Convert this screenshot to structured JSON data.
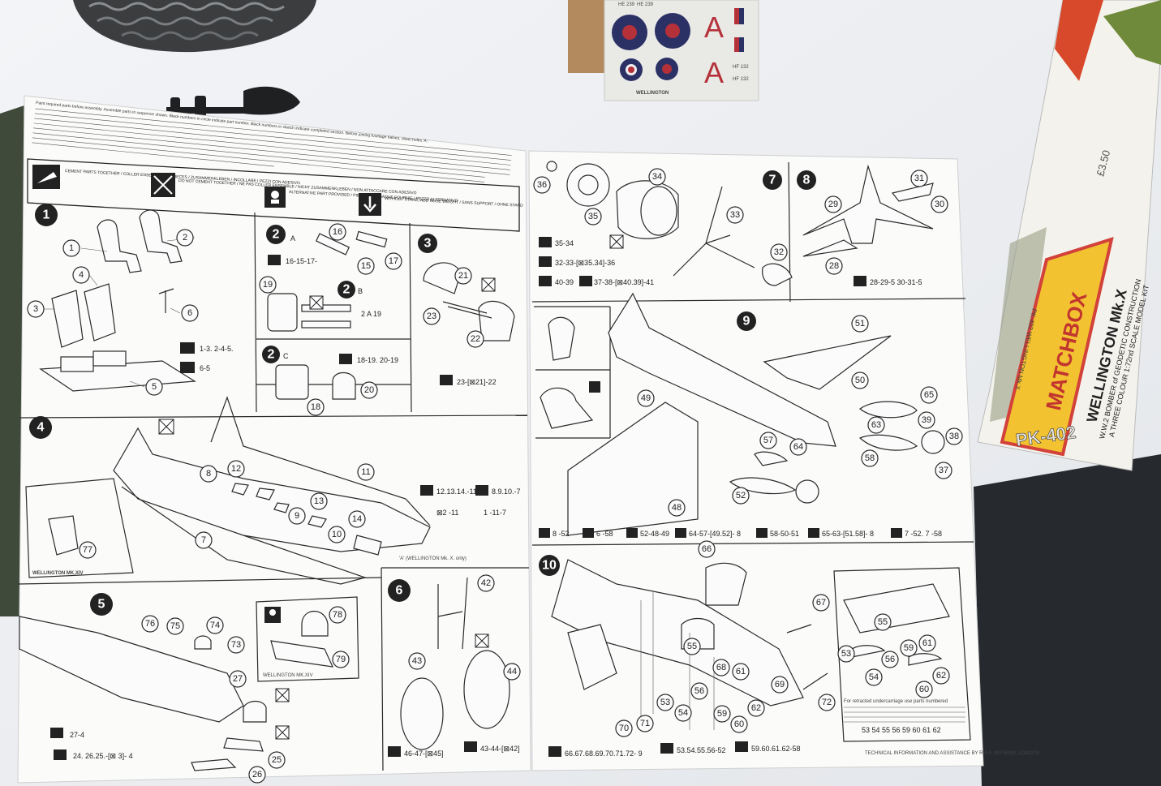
{
  "photo": {
    "sheet_header": "Paint required parts before assembly. Assemble parts in sequence shown. Black numbers in circle indicate part number. Black numbers in sketch indicate completed section. Before joining fuselage halves, clean holes 'A'.",
    "legend": {
      "cement": "CEMENT PARTS TOGETHER / COLLER ENSEMBLE LES PIECES / ZUSAMMENKLEBEN / INCOLLARE I PEZZI CON ADESIVO",
      "no_cement": "DO NOT CEMENT TOGETHER / NE PAS COLLER ENSEMBLE / NICHT ZUSAMMENKLEBEN / NON ATTACCARE CON ADESIVO",
      "alternative": "ALTERNATIVE PART PROVIDED / PIECE ALTERNATIVE FOURNIE / PEZZO ALTERNATIVO",
      "stand": "WITHOUT STAND, ADD NOSE WEIGHT / SANS SUPPORT / OHNE STAND"
    },
    "decal_sheet": {
      "codes": [
        "HE 239",
        "HE 239",
        "HF 132",
        "HF 132"
      ],
      "letters": [
        "A",
        "A"
      ],
      "label": "WELLINGTON"
    },
    "box": {
      "brand": "MATCHBOX",
      "title": "WELLINGTON Mk.X",
      "subtitle": "W.W.2 BOMBER of GEODETIC CONSTRUCTION",
      "scale": "A THREE COLOUR 1:72nd SCALE MODEL KIT",
      "code": "PK-402",
      "price_tag": "£3.50",
      "spine": "PK-402 WELLINGTON Mk.X"
    },
    "left_page": {
      "step1_parts": [
        "1",
        "2",
        "3",
        "4",
        "5",
        "6"
      ],
      "step1_seq": [
        "1-3. 2-4-5.",
        "6-5"
      ],
      "step2a_label": "A",
      "step2a_parts": [
        "16",
        "17",
        "15"
      ],
      "step2a_seq": "16-15-17-",
      "step2b_label": "B",
      "step2b_parts": [
        "19"
      ],
      "step2b_seq": "2 A 19",
      "step2c_label": "C",
      "step2c_parts": [
        "18",
        "20"
      ],
      "step2c_seq": "18-19. 20-19",
      "step3_parts": [
        "21",
        "23",
        "22"
      ],
      "step3_seq": "23-[⊠21]-22",
      "step4_parts": [
        "8",
        "12",
        "11",
        "13",
        "9",
        "10",
        "14",
        "7",
        "77"
      ],
      "step4_seq": [
        "12.13.14.-11",
        "8.9.10.-7",
        "⊠2 -11",
        "1 -11-7"
      ],
      "mk14_label": "WELLINGTON MK.XIV",
      "mkx_label": "'A' (WELLINGTON Mk. X. only)",
      "step5_parts": [
        "76",
        "75",
        "74",
        "73",
        "27",
        "25",
        "26"
      ],
      "step5_seq": [
        "27-4",
        "24. 26.25.-[⊠ 3]- 4"
      ],
      "step5_inset_parts": [
        "78",
        "79"
      ],
      "step5_inset_label": "WELLINGTON MK.XIV",
      "step6_parts": [
        "42",
        "43",
        "44"
      ],
      "step6_seq": [
        "46-47-[⊠45]",
        "43-44-[⊠42]"
      ]
    },
    "right_page": {
      "step7_parts": [
        "36",
        "34",
        "35",
        "33",
        "32"
      ],
      "step7_seq": [
        "35-34",
        "32-33-[⊠35.34]-36",
        "40-39",
        "37-38-[⊠40.39]-41"
      ],
      "step8_parts": [
        "31",
        "29",
        "30",
        "28"
      ],
      "step8_seq": "28-29-5 30-31-5",
      "step9_parts": [
        "51",
        "50",
        "65",
        "49",
        "39",
        "38",
        "63",
        "64",
        "57",
        "58",
        "37",
        "52",
        "48"
      ],
      "step9_seq": [
        "8 -52",
        "6 -58",
        "52-48-49",
        "64-57-[49.52]- 8",
        "58-50-51",
        "65-63-[51.58]- 8",
        "7 -52. 7 -58"
      ],
      "step10_parts": [
        "66",
        "67",
        "55",
        "68",
        "61",
        "69",
        "56",
        "72",
        "53",
        "54",
        "59",
        "60",
        "62",
        "70",
        "71"
      ],
      "step10_inset_parts": [
        "55",
        "53",
        "59",
        "61",
        "56",
        "54",
        "62",
        "60"
      ],
      "step10_inset_note": "For retracted undercarriage use parts numbered",
      "step10_inset_seq": "53 54 55 56 59 60 61 62",
      "step10_seq": [
        "66.67.68.69.70.71.72- 9",
        "53.54.55.56-52",
        "59.60.61.62-58"
      ],
      "footer": "TECHNICAL INFORMATION AND ASSISTANCE BY R.A.F. MUSEUM, LONDON"
    }
  }
}
